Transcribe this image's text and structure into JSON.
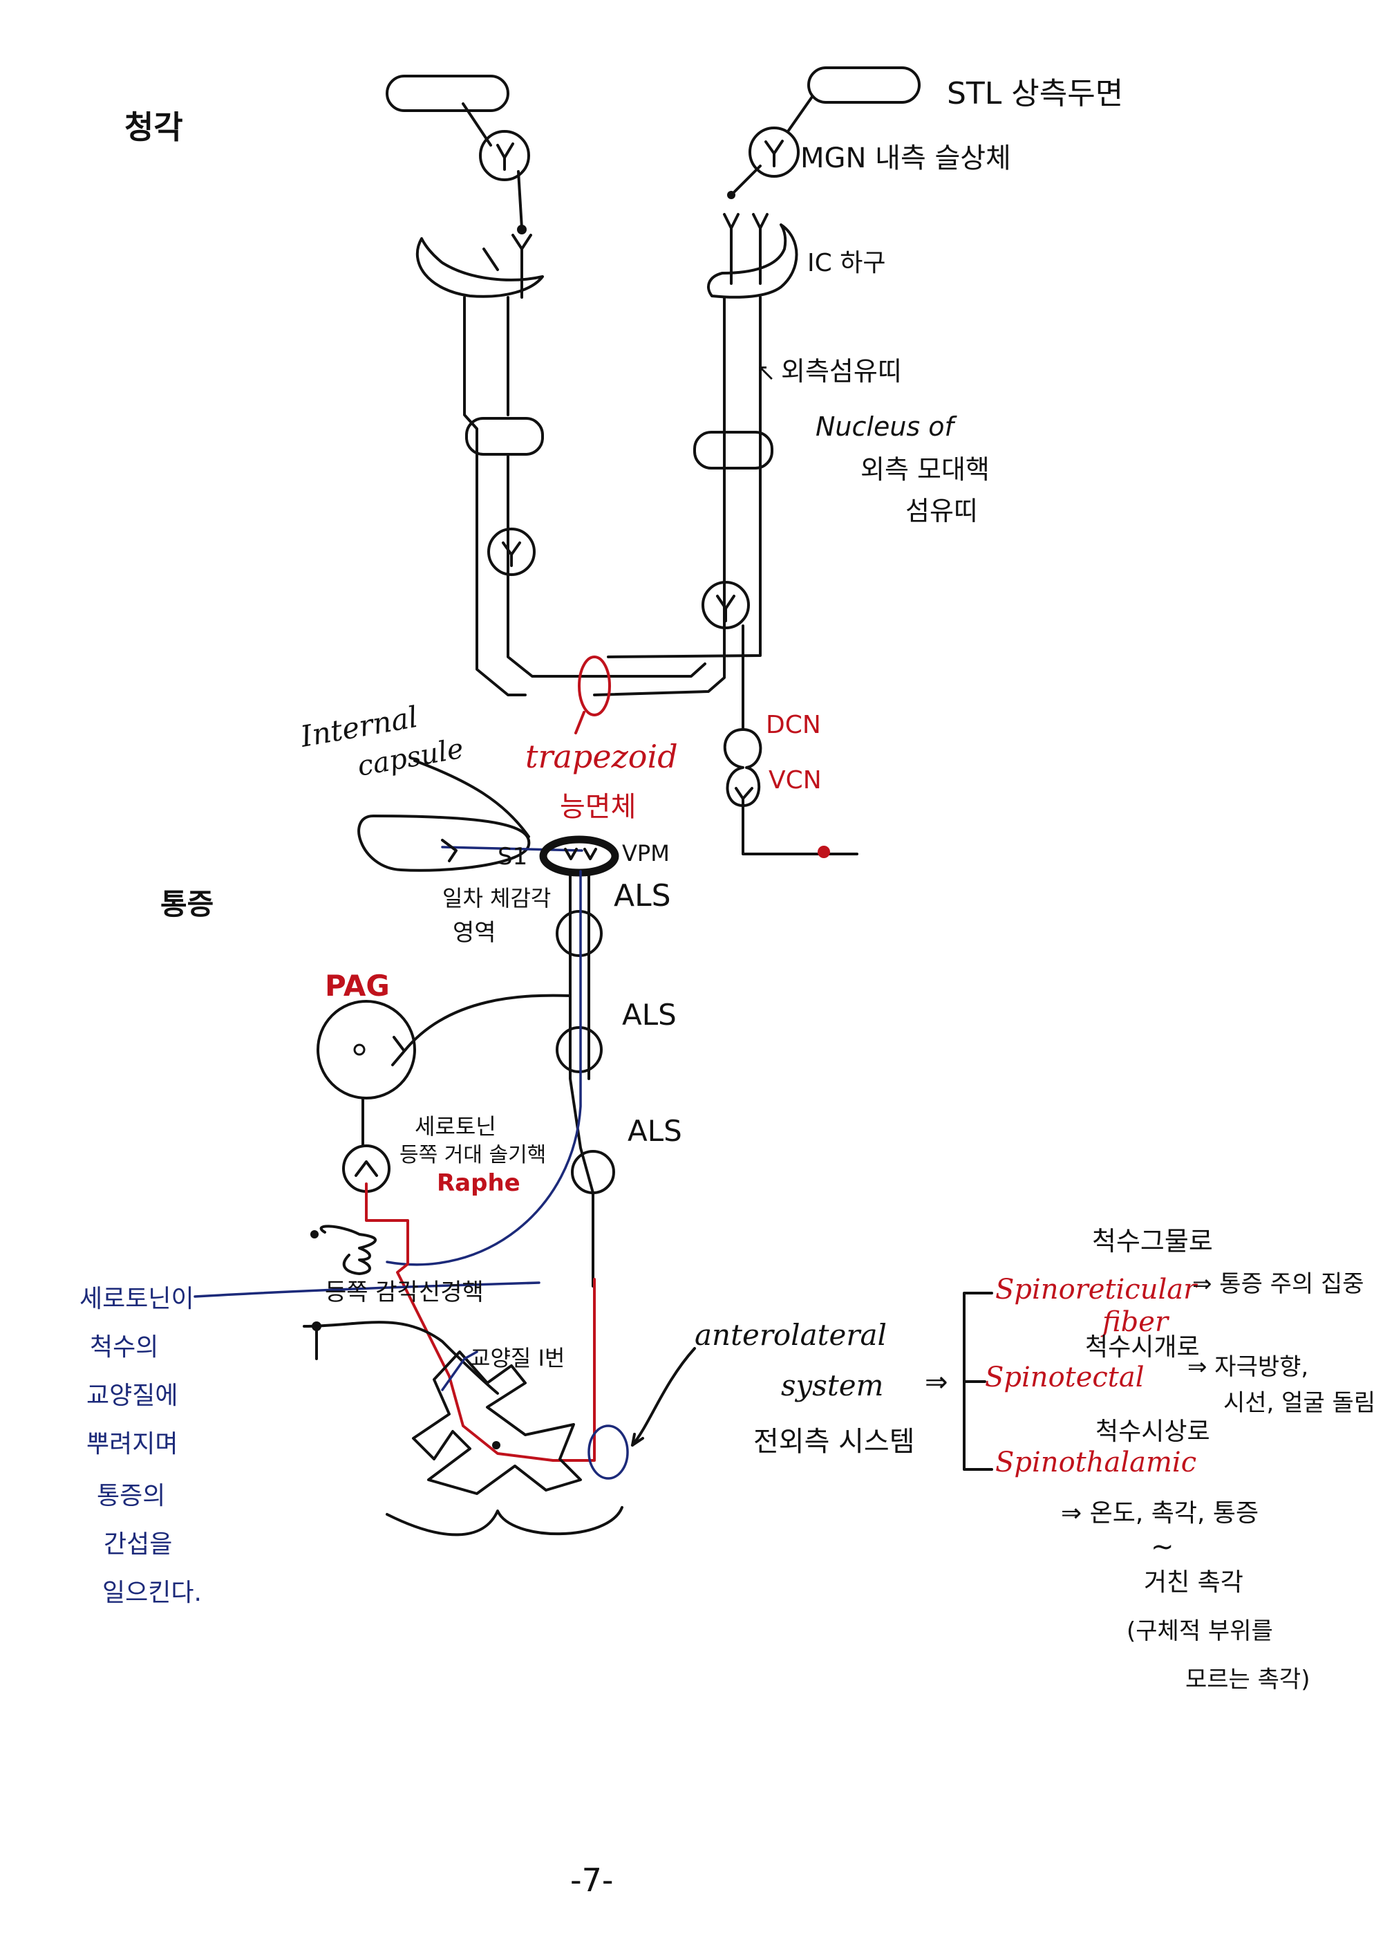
{
  "section_labels": {
    "hearing": "청각",
    "pain": "통증"
  },
  "auditory": {
    "stl": "STL 상측두면",
    "mgn": "MGN 내측 슬상체",
    "ic": "IC 하구",
    "lateral_lemniscus": "외측섬유띠",
    "nucleus_line1": "Nucleus of",
    "nucleus_line2": "외측 모대핵",
    "nucleus_line3": "섬유띠",
    "dcn": "DCN",
    "vcn": "VCN",
    "trapezoid": "trapezoid",
    "trapezoid_kr": "능면체"
  },
  "pain": {
    "internal_capsule_1": "Internal",
    "internal_capsule_2": "capsule",
    "s1": "S1",
    "vpm": "VPM",
    "somato_line1": "일차 체감각",
    "somato_line2": "영역",
    "als_1": "ALS",
    "als_2": "ALS",
    "als_3": "ALS",
    "pag": "PAG",
    "raphe_line1": "세로토닌",
    "raphe_line2": "등쪽 거대 솔기핵",
    "raphe_en": "Raphe",
    "drg": "등쪽 감각신경핵",
    "ganglion": "교양질 I번",
    "serotonin_note": [
      "세로토닌이",
      "척수의",
      "교양질에",
      "뿌려지며",
      "통증의",
      "간섭을",
      "일으킨다."
    ]
  },
  "anterolateral": {
    "title_en_1": "anterolateral",
    "title_en_2": "system",
    "title_kr": "전외측 시스템",
    "arrow": "⇒",
    "reticular_kr": "척수그물로",
    "reticular_en": "Spinoreticular",
    "reticular_en2": "fiber",
    "reticular_desc": "⇒ 통증 주의 집중",
    "tectal_kr": "척수시개로",
    "tectal_en": "Spinotectal",
    "tectal_desc_1": "⇒ 자극방향,",
    "tectal_desc_2": "시선, 얼굴 돌림",
    "thalamic_kr": "척수시상로",
    "thalamic_en": "Spinothalamic",
    "thalamic_desc": "⇒ 온도, 촉각, 통증",
    "tilde": "~",
    "crude_1": "거친 촉각",
    "crude_2": "(구체적 부위를",
    "crude_3": "모르는 촉각)"
  },
  "page_number": "-7-",
  "colors": {
    "ink": "#111111",
    "red": "#c0121c",
    "navy": "#1c2a7a"
  }
}
